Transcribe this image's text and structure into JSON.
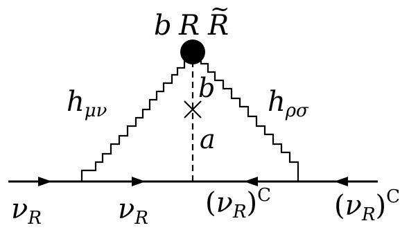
{
  "diagram": {
    "vertex": {
      "coupling": "b",
      "field": "R",
      "dual_field": "R",
      "dual_mark": "~"
    },
    "graviton_left": {
      "symbol": "h",
      "indices": "μν"
    },
    "graviton_right": {
      "symbol": "h",
      "indices": "ρσ"
    },
    "axion_line": {
      "upper": "b",
      "lower": "a"
    },
    "fermions": [
      {
        "symbol": "ν",
        "sub": "R",
        "conjugate": ""
      },
      {
        "symbol": "ν",
        "sub": "R",
        "conjugate": ""
      },
      {
        "symbol": "ν",
        "sub": "R",
        "conjugate": "C"
      },
      {
        "symbol": "ν",
        "sub": "R",
        "conjugate": "C"
      }
    ]
  }
}
